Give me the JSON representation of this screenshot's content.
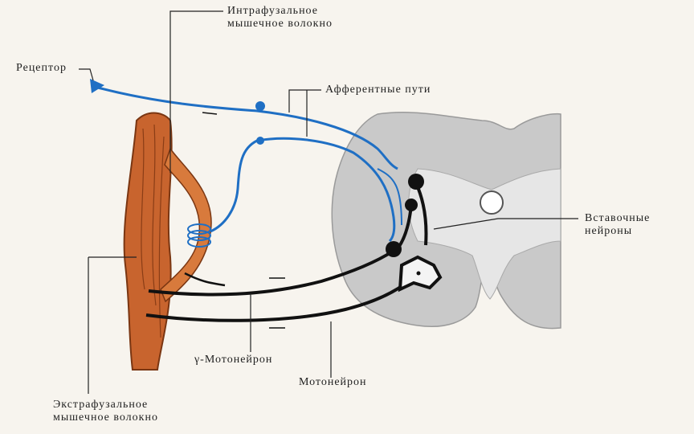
{
  "labels": {
    "intrafusal": {
      "line1": "Интрафузальное",
      "line2": "мышечное волокно"
    },
    "receptor": "Рецептор",
    "afferent": "Афферентные пути",
    "interneurons": {
      "line1": "Вставочные",
      "line2": "нейроны"
    },
    "gamma_motoneuron": "γ-Мотонейрон",
    "motoneuron": "Мотонейрон",
    "extrafusal": {
      "line1": "Экстрафузальное",
      "line2": "мышечное волокно"
    }
  },
  "colors": {
    "afferent": "#1f6fc4",
    "efferent": "#111111",
    "spinal_cord_white": "#c9c9c9",
    "spinal_cord_grey": "#e6e6e6",
    "muscle": "#c8642e"
  }
}
